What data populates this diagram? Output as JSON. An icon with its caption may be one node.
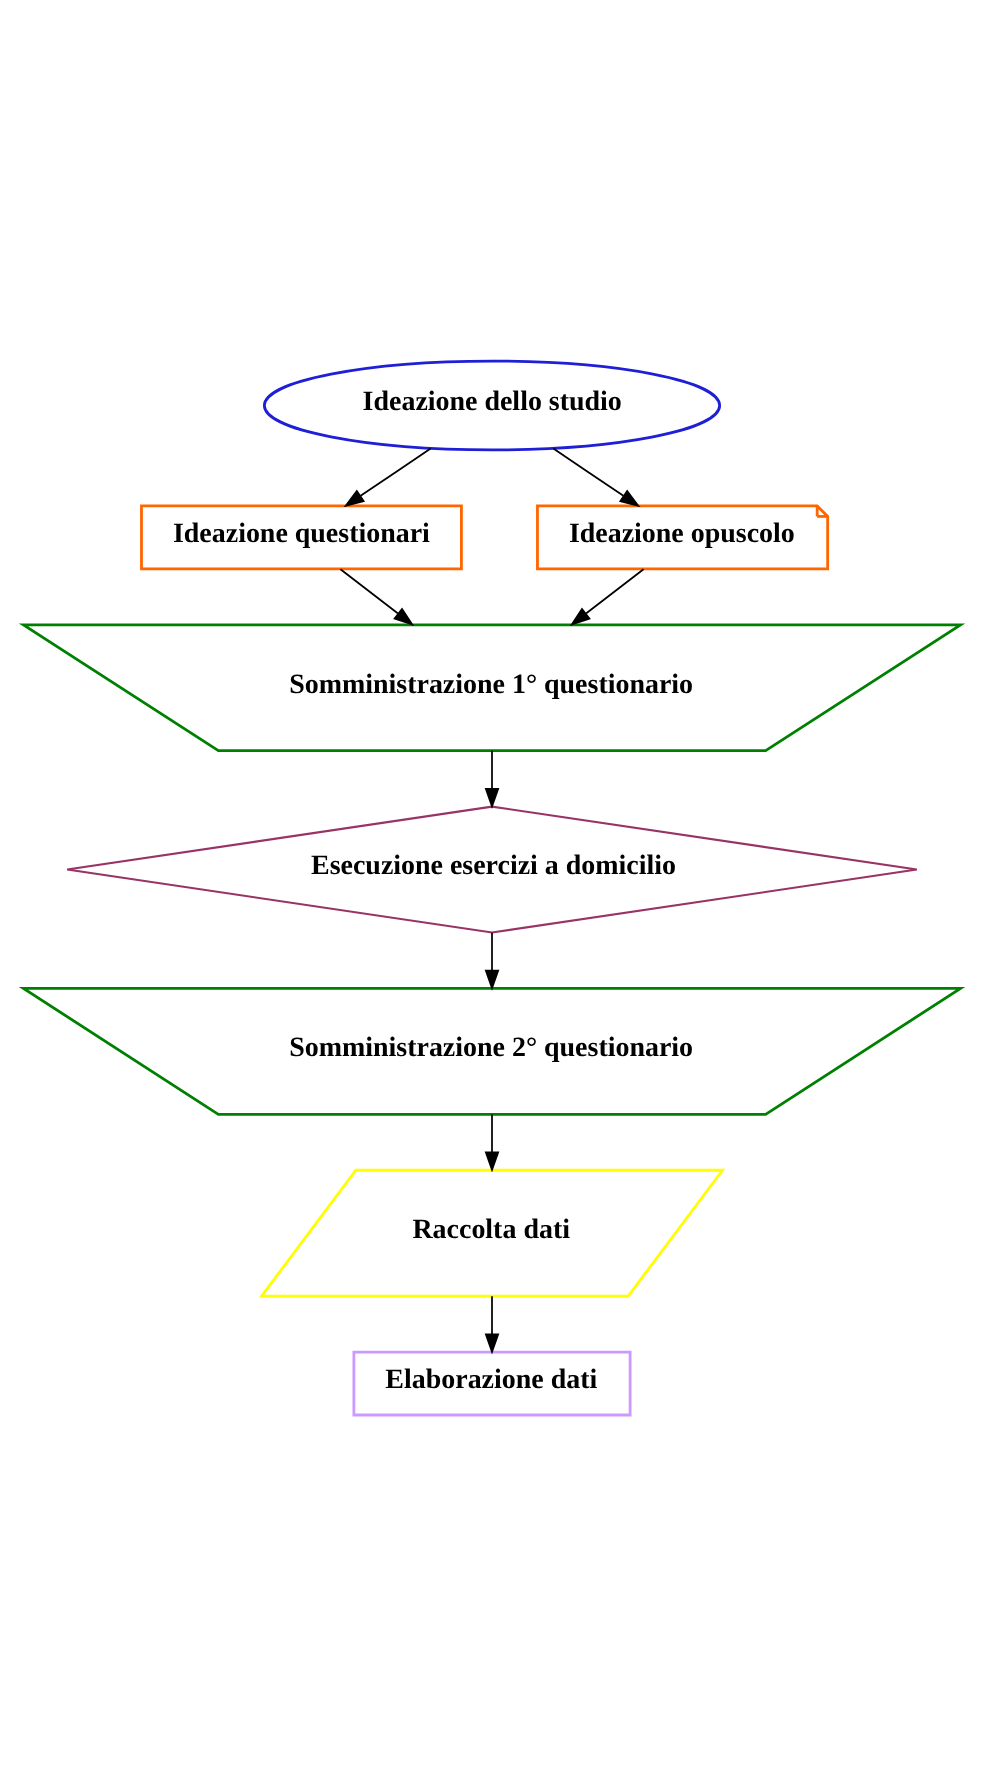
{
  "diagram": {
    "nodes": [
      {
        "text": [
          "Ideazione dello studio"
        ]
      },
      {
        "text": [
          "Ideazione questionari"
        ]
      },
      {
        "text": [
          "Ideazione opuscolo"
        ]
      },
      {
        "text": [
          "Somministrazione 1° questionario"
        ]
      },
      {
        "text": [
          "Esecuzione esercizi a domicilio"
        ]
      },
      {
        "text": [
          "Somministrazione 2° questionario"
        ]
      },
      {
        "text": [
          "Raccolta dati"
        ]
      },
      {
        "text": [
          "Elaborazione dati"
        ]
      }
    ],
    "edges": [
      {
        "from": 0,
        "to": 1,
        "arrow": "to"
      },
      {
        "from": 0,
        "to": 2,
        "arrow": "to"
      },
      {
        "from": 1,
        "to": 3,
        "arrow": "to"
      },
      {
        "from": 2,
        "to": 3,
        "arrow": "to"
      },
      {
        "from": 3,
        "to": 4,
        "arrow": "to"
      },
      {
        "from": 4,
        "to": 5,
        "arrow": "to"
      },
      {
        "from": 5,
        "to": 6,
        "arrow": "to"
      },
      {
        "from": 6,
        "to": 7,
        "arrow": "to"
      }
    ]
  }
}
